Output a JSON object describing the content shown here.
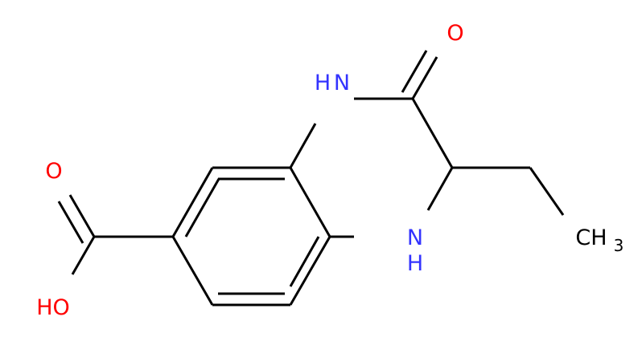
{
  "molecule": {
    "atoms": {
      "carbonyl_oxygen": "O",
      "amide_nh": "H",
      "amide_n": "N",
      "amine_n": "N",
      "amine_nh": "H",
      "acid_oxygen_double": "O",
      "hydroxyl": "HO",
      "methyl_c": "CH",
      "methyl_sub": "3"
    },
    "colors": {
      "bond": "#000000",
      "oxygen": "#ff0000",
      "nitrogen": "#3333ff",
      "carbon": "#000000"
    }
  }
}
